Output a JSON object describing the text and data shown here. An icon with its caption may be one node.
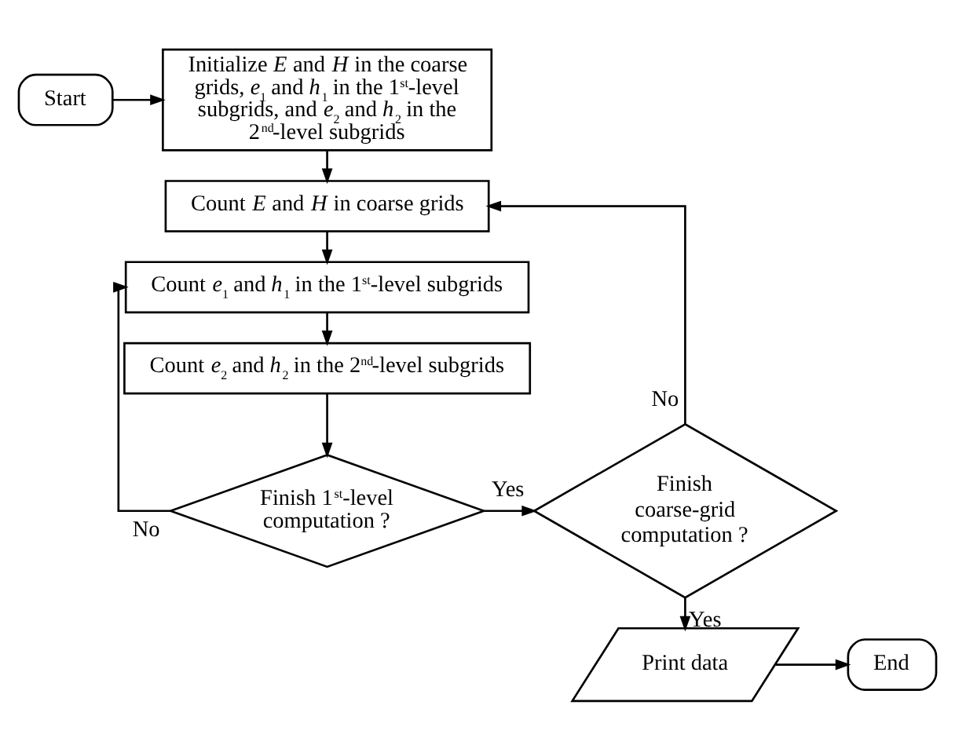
{
  "diagram": {
    "nodes": [
      {
        "text": [
          "Start"
        ]
      },
      {
        "text": [
          "Initialize *E* and *H* in the coarse grids, *e*$_{1}$ and *h*$_{1}$ in the 1$^{st}$-level subgrids, and *e*$_{2}$ and *h*$_{2}$ in the 2$^{nd}$-level subgrids"
        ]
      },
      {
        "text": [
          "Count *E* and *H* in coarse grids"
        ]
      },
      {
        "text": [
          "Count *e*$_{1}$ and *h*$_{1}$ in the 1$^{st}$-level subgrids"
        ]
      },
      {
        "text": [
          "Count *e*$_{2}$ and *h*$_{2}$ in the 2$^{nd}$-level subgrids"
        ]
      },
      {
        "text": [
          "Finish 1$^{st}$-level computation ?"
        ]
      },
      {
        "text": [
          "Finish coarse-grid computation ?"
        ]
      },
      {
        "text": [
          "Print data"
        ]
      },
      {
        "text": [
          "End"
        ]
      }
    ],
    "edges": [
      {
        "from": 0,
        "to": 1,
        "arrow": "to"
      },
      {
        "from": 1,
        "to": 2,
        "arrow": "to"
      },
      {
        "from": 2,
        "to": 3,
        "arrow": "to"
      },
      {
        "from": 3,
        "to": 4,
        "arrow": "to"
      },
      {
        "from": 4,
        "to": 5,
        "arrow": "to"
      },
      {
        "from": 5,
        "to": 3,
        "arrow": "to",
        "label": "No"
      },
      {
        "from": 5,
        "to": 6,
        "arrow": "to",
        "label": "Yes"
      },
      {
        "from": 6,
        "to": 2,
        "arrow": "to",
        "label": "No"
      },
      {
        "from": 6,
        "to": 7,
        "arrow": "to",
        "label": "Yes"
      },
      {
        "from": 7,
        "to": 8,
        "arrow": "to"
      }
    ]
  }
}
